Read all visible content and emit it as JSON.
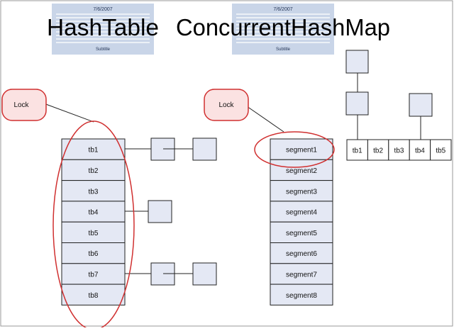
{
  "colors": {
    "box_fill": "#e4e8f4",
    "box_stroke": "#222222",
    "ellipse": "#d03030",
    "lock_fill": "#fbe2e2",
    "lock_stroke": "#d03030",
    "slide_fill": "#c9d5e8"
  },
  "slides": [
    {
      "date": "7/6/2007",
      "subtitle": "Subtitle"
    },
    {
      "date": "7/6/2007",
      "subtitle": "Subtitle"
    }
  ],
  "titles": {
    "hashtable": "HashTable",
    "concurrent": "ConcurrentHashMap"
  },
  "hashtable": {
    "lock_label": "Lock",
    "buckets": [
      "tb1",
      "tb2",
      "tb3",
      "tb4",
      "tb5",
      "tb6",
      "tb7",
      "tb8"
    ]
  },
  "concurrent": {
    "lock_label": "Lock",
    "segments": [
      "segment1",
      "segment2",
      "segment3",
      "segment4",
      "segment5",
      "segment6",
      "segment7",
      "segment8"
    ],
    "buckets": [
      "tb1",
      "tb2",
      "tb3",
      "tb4",
      "tb5"
    ]
  }
}
